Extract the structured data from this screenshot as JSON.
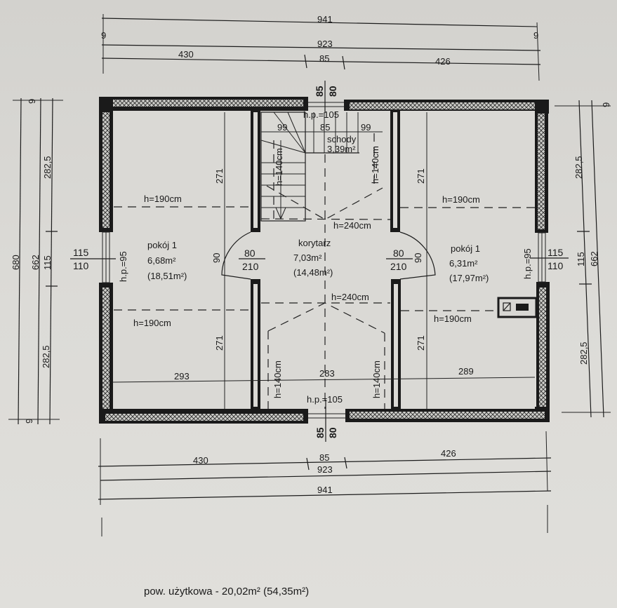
{
  "top_dims": {
    "overall": "941",
    "inner": "923",
    "left": "430",
    "door": "85",
    "right": "426",
    "edge_left": "9",
    "edge_right": "9"
  },
  "bottom_dims": {
    "overall": "941",
    "inner": "923",
    "left": "430",
    "door": "85",
    "right": "426"
  },
  "left_dims": {
    "overall": "680",
    "inner": "662",
    "upper": "282,5",
    "window": "115",
    "lower": "282,5",
    "edge_top": "9",
    "edge_bottom": "9"
  },
  "right_dims": {
    "inner": "662",
    "upper": "282,5",
    "window": "115",
    "lower": "282,5",
    "edge_top": "9"
  },
  "entrance_top": {
    "a": "85",
    "b": "80",
    "sill": "h.p.=105"
  },
  "entrance_bottom": {
    "a": "85",
    "b": "80",
    "sill": "h.p.=105"
  },
  "stairs": {
    "name": "schody",
    "area": "3,39m²",
    "w_left": "99",
    "w_mid": "85",
    "w_right": "99",
    "h_left": "h=140cm"
  },
  "room_left": {
    "name": "pokój 1",
    "area": "6,68m²",
    "total": "(18,51m²)",
    "h_top": "h=190cm",
    "h_bottom": "h=190cm",
    "height_top": "271",
    "height_bottom": "271",
    "width": "293",
    "window_w": "115",
    "window_h": "110",
    "sill": "h.p.=95"
  },
  "corridor": {
    "name": "korytarz",
    "area": "7,03m²",
    "total": "(14,48m²)",
    "h_top": "h=240cm",
    "h_bottom": "h=240cm",
    "h_right_top": "h=140cm",
    "h_left_bottom": "h=140cm",
    "h_right_bottom": "h=140cm",
    "width": "283"
  },
  "door_left": {
    "w": "80",
    "h": "210",
    "swing": "90"
  },
  "door_right": {
    "w": "80",
    "h": "210",
    "swing": "90"
  },
  "room_right": {
    "name": "pokój 1",
    "area": "6,31m²",
    "total": "(17,97m²)",
    "h_top": "h=190cm",
    "h_bottom": "h=190cm",
    "height_top": "271",
    "height_bottom": "271",
    "width": "289",
    "window_w": "115",
    "window_h": "110",
    "sill": "h.p.=95"
  },
  "footer": {
    "usable_area": "pow. użytkowa - 20,02m² (54,35m²)"
  }
}
